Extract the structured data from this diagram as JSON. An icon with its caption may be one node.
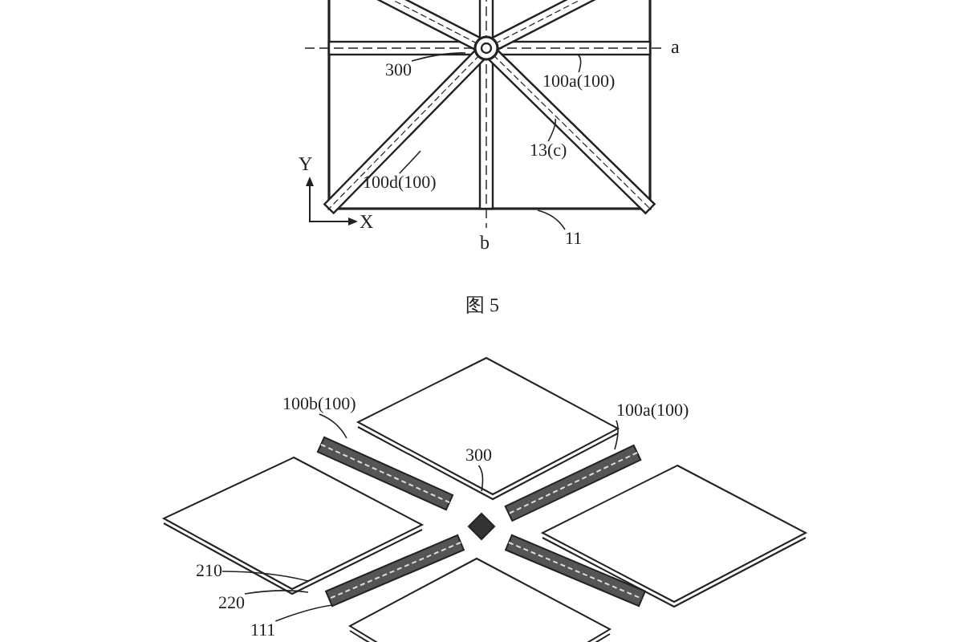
{
  "diagram": {
    "caption": "图 5",
    "nodes": [
      {
        "text": [
          "300"
        ]
      },
      {
        "text": [
          "100a(100)"
        ]
      },
      {
        "text": [
          "100d(100)"
        ]
      },
      {
        "text": [
          "13(c)"
        ]
      },
      {
        "text": [
          "11"
        ]
      },
      {
        "text": [
          "100b(100)"
        ]
      },
      {
        "text": [
          "100a(100)"
        ]
      },
      {
        "text": [
          "300"
        ]
      },
      {
        "text": [
          "210"
        ]
      },
      {
        "text": [
          "220"
        ]
      },
      {
        "text": [
          "111"
        ]
      }
    ],
    "edges": [
      {
        "from": 0,
        "to": null,
        "arrow": "none"
      },
      {
        "from": 1,
        "to": null,
        "arrow": "none"
      },
      {
        "from": 2,
        "to": null,
        "arrow": "none"
      },
      {
        "from": 3,
        "to": null,
        "arrow": "none"
      },
      {
        "from": 4,
        "to": null,
        "arrow": "none"
      },
      {
        "from": 5,
        "to": null,
        "arrow": "none"
      },
      {
        "from": 6,
        "to": null,
        "arrow": "none"
      },
      {
        "from": 7,
        "to": null,
        "arrow": "none"
      },
      {
        "from": 8,
        "to": null,
        "arrow": "none"
      },
      {
        "from": 9,
        "to": null,
        "arrow": "none"
      },
      {
        "from": 10,
        "to": null,
        "arrow": "none"
      }
    ],
    "labels": [
      "a",
      "Y",
      "X",
      "b"
    ]
  }
}
